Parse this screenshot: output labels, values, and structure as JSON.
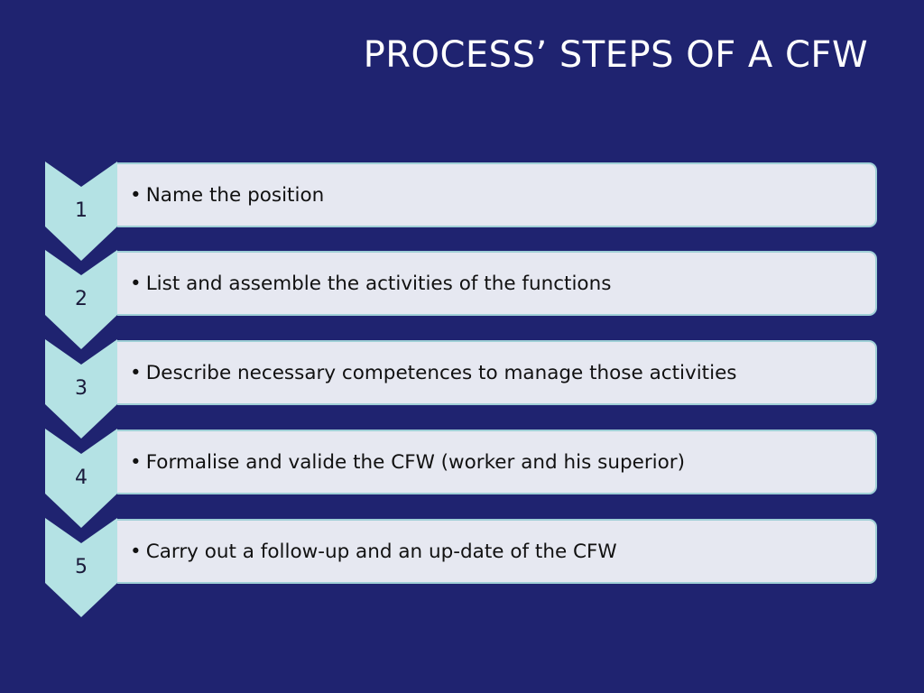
{
  "title": "PROCESS’ STEPS OF A CFW",
  "steps": [
    {
      "number": "1",
      "text": "Name the position"
    },
    {
      "number": "2",
      "text": "List and assemble the activities of the functions"
    },
    {
      "number": "3",
      "text": "Describe necessary competences to manage those activities"
    },
    {
      "number": "4",
      "text": "Formalise and valide the CFW (worker and his superior)"
    },
    {
      "number": "5",
      "text": "Carry out a  follow-up and an up-date of the CFW"
    }
  ],
  "colors": {
    "background": "#1f2370",
    "chevron": "#b4e2e4",
    "box": "#e6e8f1",
    "box_border": "#9fcfd6",
    "title": "#ffffff"
  }
}
